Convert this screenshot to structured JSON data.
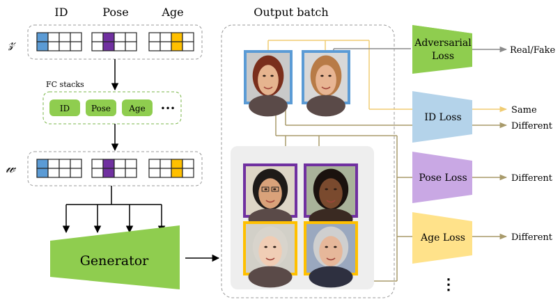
{
  "colors": {
    "id": "#5b9bd5",
    "pose": "#7030a0",
    "age": "#ffc000",
    "green": "#8fcd4f",
    "green_dash": "#7ab648",
    "gray_dash": "#999999",
    "face_bg": "#eeeeee",
    "id_loss": "#b4d3ea",
    "pose_loss": "#c9a8e4",
    "age_loss": "#ffe28a",
    "olive_line": "#a89a6a",
    "gold_line": "#f0cc72",
    "gray_line": "#8a8a8a"
  },
  "headers": {
    "id": "ID",
    "pose": "Pose",
    "age": "Age"
  },
  "z_label": "𝓏",
  "w_label": "𝓌",
  "fc": {
    "title": "FC stacks",
    "chips": [
      "ID",
      "Pose",
      "Age"
    ],
    "more": "•••"
  },
  "generator": {
    "label": "Generator"
  },
  "output": {
    "title": "Output batch"
  },
  "losses": {
    "adversarial": {
      "label1": "Adversarial",
      "label2": "Loss",
      "outputs": [
        "Real/Fake"
      ]
    },
    "id": {
      "label": "ID Loss",
      "outputs": [
        "Same",
        "Different"
      ]
    },
    "pose": {
      "label": "Pose Loss",
      "outputs": [
        "Different"
      ]
    },
    "age": {
      "label": "Age Loss",
      "outputs": [
        "Different"
      ]
    }
  },
  "more_vdots": "⋮",
  "faces": {
    "top": [
      {
        "frame": "id",
        "icon": "face-photo-young-woman-icon"
      },
      {
        "frame": "id",
        "icon": "face-photo-woman-smiling-icon"
      }
    ],
    "grid": [
      {
        "frame": "pose",
        "icon": "face-photo-man-glasses-icon"
      },
      {
        "frame": "pose",
        "icon": "face-photo-woman-curly-hair-icon"
      },
      {
        "frame": "age",
        "icon": "face-photo-elderly-woman-icon"
      },
      {
        "frame": "age",
        "icon": "face-photo-elderly-man-icon"
      }
    ]
  }
}
